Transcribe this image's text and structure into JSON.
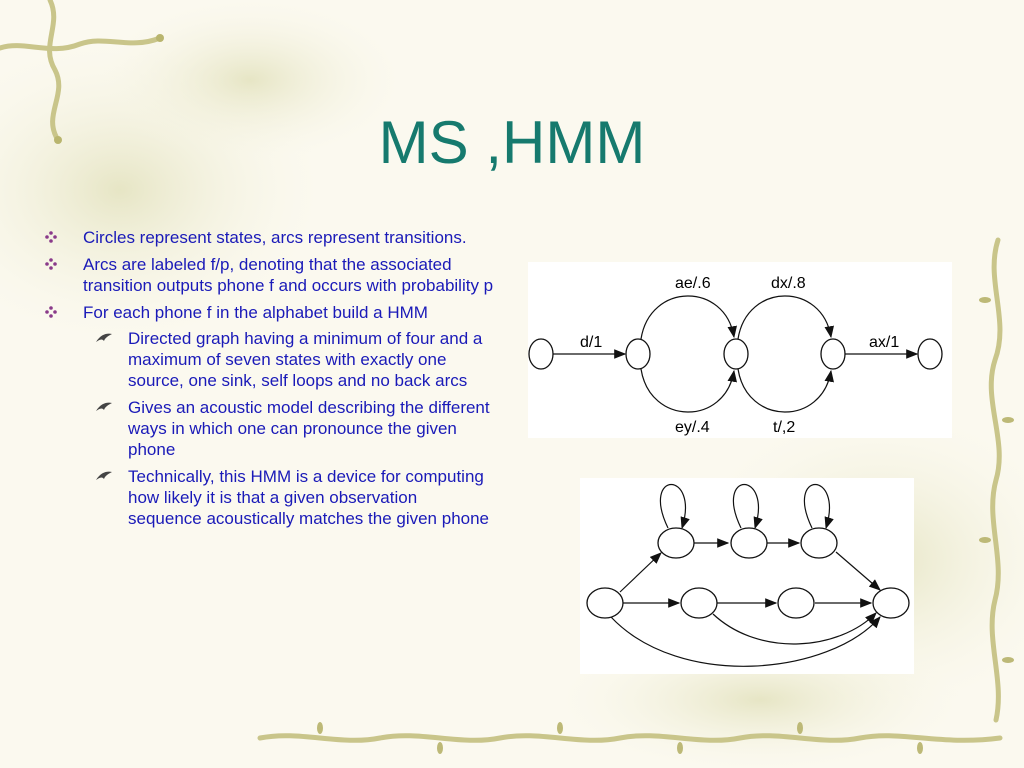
{
  "slide": {
    "title": "MS ,HMM",
    "bullets": [
      {
        "text": "Circles represent states, arcs represent transitions."
      },
      {
        "text": "Arcs are labeled f/p, denoting that the associated transition outputs phone f and occurs with probability p"
      },
      {
        "text": "For each phone f in the alphabet build a HMM",
        "sub": [
          {
            "text": "Directed graph having a minimum of four and a maximum of seven states with exactly one source, one sink, self loops and no back arcs"
          },
          {
            "text": "Gives an acoustic model describing the different ways in which one can pronounce the given phone"
          },
          {
            "text": "Technically, this HMM is a device for computing how likely it is that a given observation sequence acoustically matches the given phone"
          }
        ]
      }
    ]
  },
  "figure_top": {
    "labels": {
      "d": "d/1",
      "ae": "ae/.6",
      "dx": "dx/.8",
      "ax": "ax/1",
      "ey": "ey/.4",
      "t": "t/,2"
    }
  },
  "colors": {
    "title": "#167a6e",
    "text": "#1a1ab8",
    "bullet_marker": "#8a3a8a"
  },
  "icons": {
    "level1_bullet": "diamond-bullet-icon",
    "level2_bullet": "feather-bullet-icon"
  }
}
